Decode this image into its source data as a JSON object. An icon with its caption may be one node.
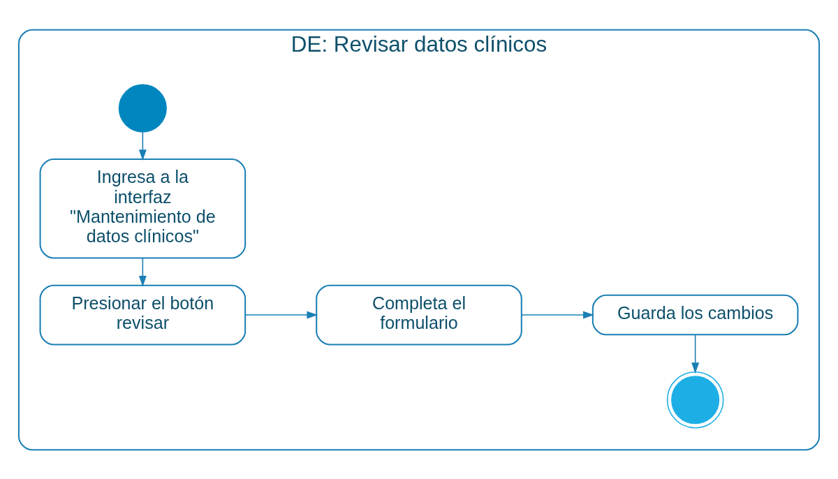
{
  "diagram": {
    "nodes": [
      {
        "text": [
          "DE: Revisar datos clínicos"
        ]
      },
      {
        "text": [],
        "shape": "circle",
        "in": 0
      },
      {
        "text": [
          "Ingresa a la interfaz \"Mantenimiento de datos clínicos\""
        ],
        "in": 0
      },
      {
        "text": [
          "Presionar el botón revisar"
        ],
        "in": 0
      },
      {
        "text": [
          "Completa el formulario"
        ],
        "in": 0
      },
      {
        "text": [
          "Guarda los cambios"
        ],
        "in": 0
      },
      {
        "text": [],
        "shape": "circle",
        "in": 0
      }
    ],
    "edges": [
      {
        "from": 1,
        "to": 2,
        "arrow": "to"
      },
      {
        "from": 2,
        "to": 3,
        "arrow": "to"
      },
      {
        "from": 3,
        "to": 4,
        "arrow": "to"
      },
      {
        "from": 4,
        "to": 5,
        "arrow": "to"
      },
      {
        "from": 5,
        "to": 6,
        "arrow": "to"
      }
    ]
  }
}
